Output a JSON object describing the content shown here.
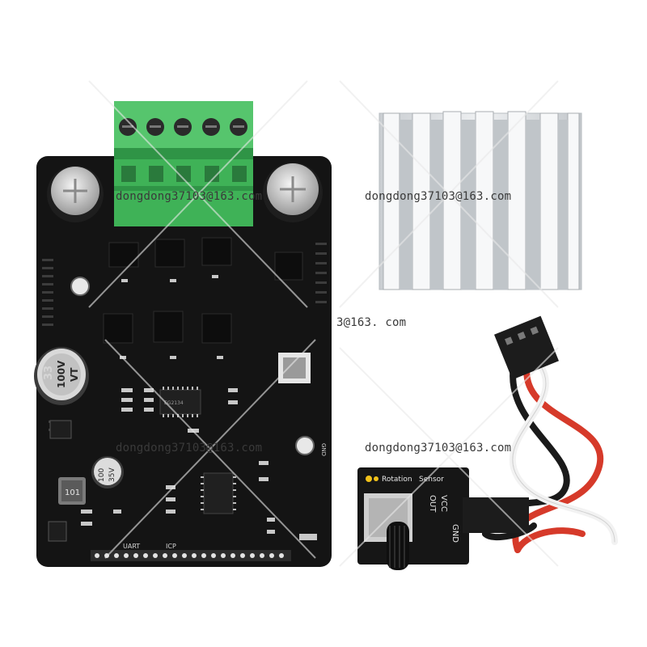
{
  "watermark": {
    "text_full": "dongdong37103@163.com",
    "text_partial": "3@163. com"
  },
  "board": {
    "capacitor_label_top": "33",
    "capacitor_label_mid": "100V",
    "capacitor_label_bot": "VT",
    "small_cap_top": "100",
    "small_cap_bot": "35V",
    "inductor_label": "101",
    "pin_label_uart": "UART",
    "pin_label_icp": "ICP",
    "pin_label_gnd": "GND",
    "ic_label": "EG2134"
  },
  "sensor": {
    "title_left": "Rotation",
    "title_right": "Sensor",
    "pin_gnd": "GND",
    "pin_vcc": "VCC",
    "pin_out": "OUT"
  },
  "colors": {
    "pcb": "#141414",
    "terminal_block": "#3fb257",
    "heatsink": "#d8dcdf",
    "wire_red": "#d63a2a",
    "wire_black": "#1a1a1a",
    "wire_white": "#f2f2f2"
  }
}
